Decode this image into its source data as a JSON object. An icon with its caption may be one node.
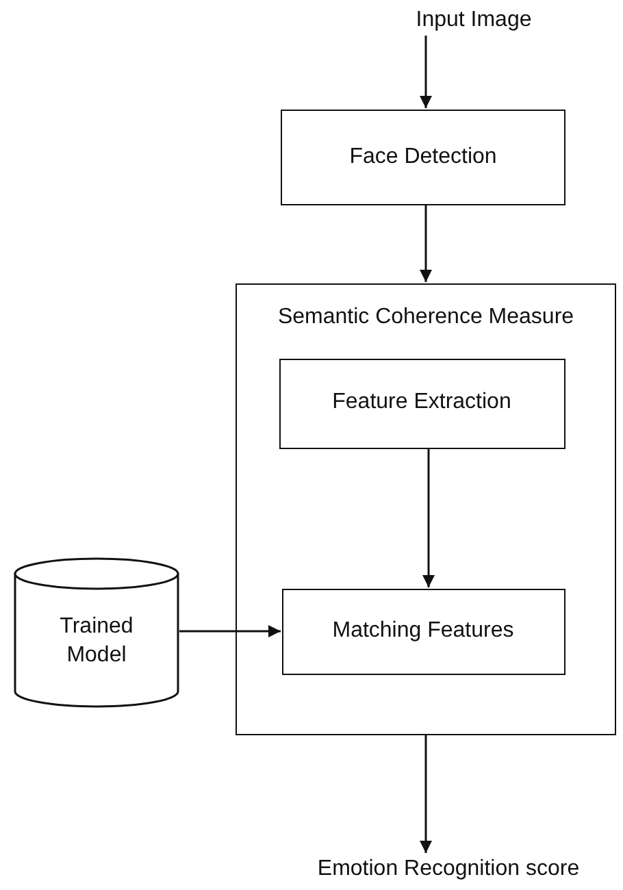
{
  "diagram": {
    "nodes": [
      {
        "text": [
          "Input Image"
        ]
      },
      {
        "text": [
          "Face Detection"
        ]
      },
      {
        "text": [
          "Semantic Coherence Measure"
        ]
      },
      {
        "text": [
          "Feature Extraction"
        ],
        "in": 2
      },
      {
        "text": [
          "Matching Features"
        ],
        "in": 2
      },
      {
        "text": [
          "Trained Model"
        ]
      },
      {
        "text": [
          "Emotion Recognition score"
        ]
      }
    ],
    "edges": [
      {
        "from": 0,
        "to": 1,
        "arrow": "to"
      },
      {
        "from": 1,
        "to": 2,
        "arrow": "to"
      },
      {
        "from": 3,
        "to": 4,
        "arrow": "to"
      },
      {
        "from": 5,
        "to": 4,
        "arrow": "to"
      },
      {
        "from": 2,
        "to": 6,
        "arrow": "to"
      }
    ]
  }
}
